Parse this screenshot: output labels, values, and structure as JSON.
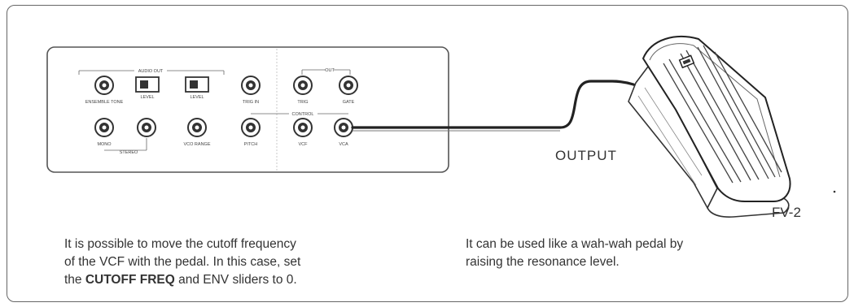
{
  "labels": {
    "output": "OUTPUT",
    "pedal_model": "FV-2"
  },
  "panel": {
    "audio_out": "AUDIO OUT",
    "out": "OUT",
    "ensemble_tone": "ENSEMBLE TONE",
    "level_1": "LEVEL",
    "level_2": "LEVEL",
    "trig_in": "TRIG IN",
    "trig": "TRIG",
    "gate": "GATE",
    "control": "CONTROL",
    "mono": "MONO",
    "stereo": "STEREO",
    "vco_range": "VCO RANGE",
    "pitch": "PITCH",
    "vcf": "VCF",
    "vca": "VCA"
  },
  "captions": {
    "left": {
      "line1": "It is possible to move the cutoff frequency",
      "line2": "of the VCF with the pedal. In this case, set",
      "line3_pre": "the ",
      "line3_bold": "CUTOFF FREQ",
      "line3_post": " and ENV sliders to 0."
    },
    "right": {
      "line1": "It can be used like a wah-wah pedal by",
      "line2": "raising the resonance level."
    }
  }
}
